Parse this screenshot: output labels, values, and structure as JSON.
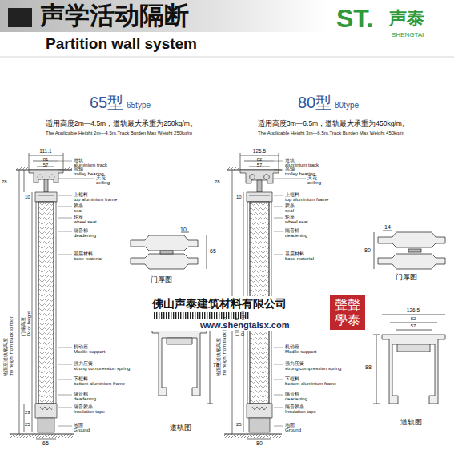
{
  "diagram": {
    "title": "声学活动隔断",
    "labels": [
      "Partition wall system",
      "ST.",
      "声泰",
      "SHENGTAI",
      "65型",
      "65type",
      "适用高度2m—4.5m，道轨最大承重为250kg/m。",
      "The Applicable Height 2m—4.5m,Track Burden Max Weight 250kg/m",
      "111.1",
      "81",
      "57",
      "道轨",
      "aluminium track",
      "吊轴",
      "trolley bearing",
      "天花",
      "ceiling",
      "上框料",
      "top aluminium frame",
      "胶条",
      "seal",
      "轮座",
      "wheel seat",
      "隔音棉",
      "deadening",
      "基层材料",
      "base material",
      "机动座",
      "Modile support",
      "强力压簧",
      "strong compression spring",
      "下框料",
      "bottom aluminium frame",
      "隔音棉",
      "deadening",
      "隔音胶条",
      "Insulation tape",
      "地面",
      "Ground",
      "65",
      "78",
      "10",
      "23",
      "25",
      "地面至道轨底高度",
      "the height from track to floor",
      "门扇高度",
      "Door height",
      "10",
      "65",
      "门厚图",
      "78",
      "道轨图",
      "80型",
      "80type",
      "适用高度3m—6.5m，道轨最大承重为450kg/m。",
      "The Applicable Height 3m—6.5m,Track Burden Max Weight 450kg/m",
      "126.5",
      "82",
      "57",
      "道轨",
      "aluminium track",
      "吊轴",
      "trolley bearing",
      "天花",
      "ceiling",
      "上框料",
      "top aluminium frame",
      "胶条",
      "seal",
      "轮座",
      "wheel seat",
      "隔音棉",
      "deadening",
      "基层材料",
      "base material",
      "机动座",
      "Modile support",
      "强力压簧",
      "strong compression spring",
      "下框料",
      "bottom aluminium frame",
      "隔音棉",
      "deadening",
      "隔音胶条",
      "Insulation tape",
      "地面",
      "Ground",
      "80",
      "78",
      "10",
      "25",
      "地面至道轨底高度",
      "the height from track to floor",
      "门扇高度",
      "Door height",
      "14",
      "80",
      "门厚图",
      "126.5",
      "82",
      "57",
      "88",
      "道轨图",
      "佛山声泰建筑材料有限公司",
      "www.shengtaisx.com",
      "聲聲學泰"
    ]
  }
}
